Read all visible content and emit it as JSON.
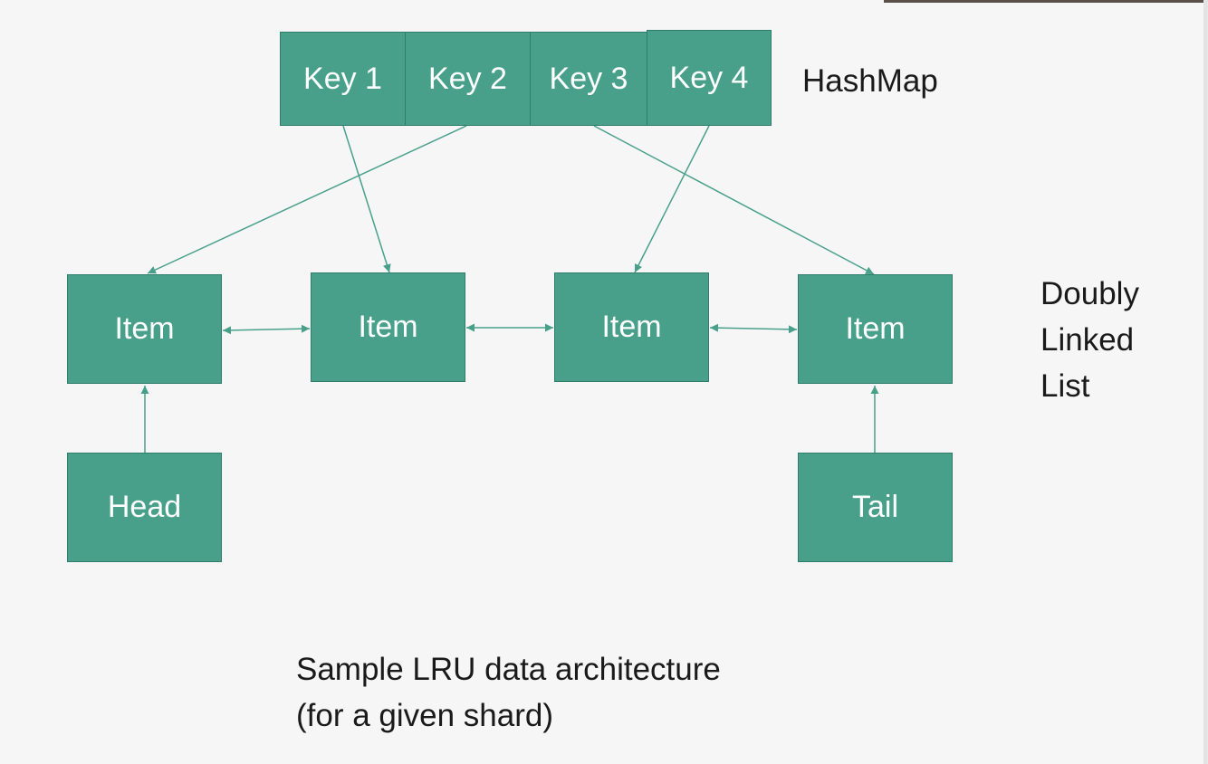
{
  "hashmap": {
    "keys": [
      "Key 1",
      "Key 2",
      "Key 3",
      "Key 4"
    ],
    "label": "HashMap"
  },
  "list": {
    "items": [
      "Item",
      "Item",
      "Item",
      "Item"
    ],
    "head": "Head",
    "tail": "Tail",
    "label_lines": [
      "Doubly",
      "Linked",
      "List"
    ]
  },
  "caption": {
    "line1": "Sample LRU data architecture",
    "line2": "(for a given shard)"
  },
  "colors": {
    "box_fill": "#49a08a",
    "box_border": "#2e7d6b",
    "arrow": "#49a08a",
    "text": "#1a1a1a"
  }
}
